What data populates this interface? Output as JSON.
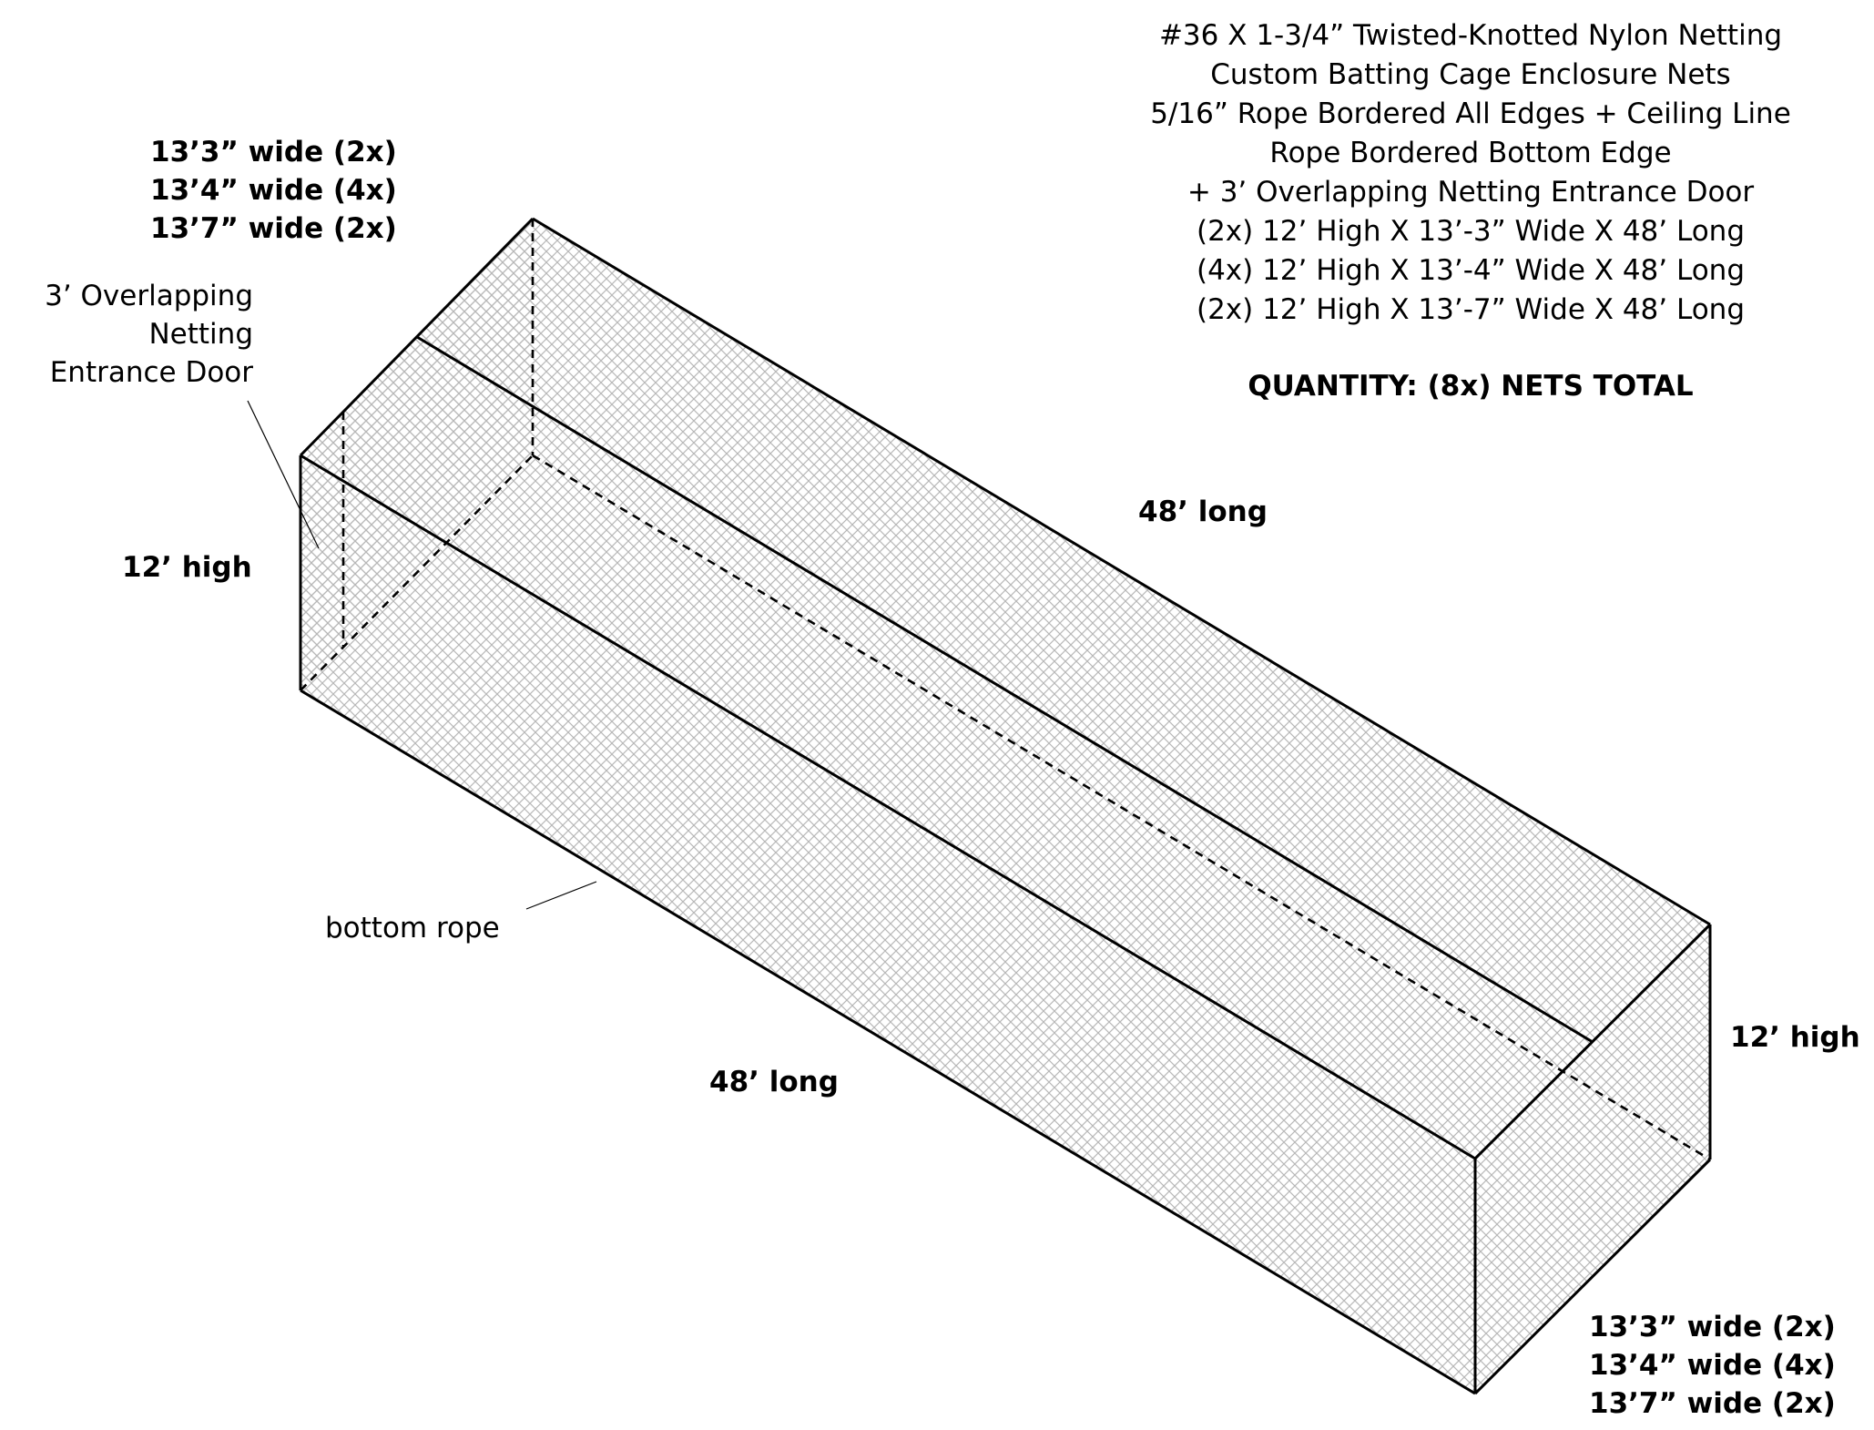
{
  "spec": {
    "lines": [
      "#36 X 1-3/4” Twisted-Knotted Nylon Netting",
      "Custom Batting Cage Enclosure Nets",
      "5/16” Rope Bordered All Edges + Ceiling Line",
      "Rope Bordered Bottom Edge",
      "+ 3’ Overlapping Netting Entrance Door",
      "(2x) 12’ High X 13’-3” Wide X 48’ Long",
      "(4x) 12’ High X 13’-4” Wide X 48’ Long",
      "(2x) 12’ High X 13’-7” Wide X 48’ Long"
    ],
    "quantity": "QUANTITY: (8x) NETS TOTAL"
  },
  "widths": [
    "13’3” wide (2x)",
    "13’4” wide (4x)",
    "13’7” wide (2x)"
  ],
  "labels": {
    "door": [
      "3’ Overlapping",
      "Netting",
      "Entrance Door"
    ],
    "height_left": "12’ high",
    "height_right": "12’ high",
    "length_top": "48’ long",
    "length_bottom": "48’ long",
    "bottom_rope": "bottom rope"
  },
  "colors": {
    "line": "#000000",
    "mesh": "#b8b8b8",
    "background": "#ffffff"
  }
}
